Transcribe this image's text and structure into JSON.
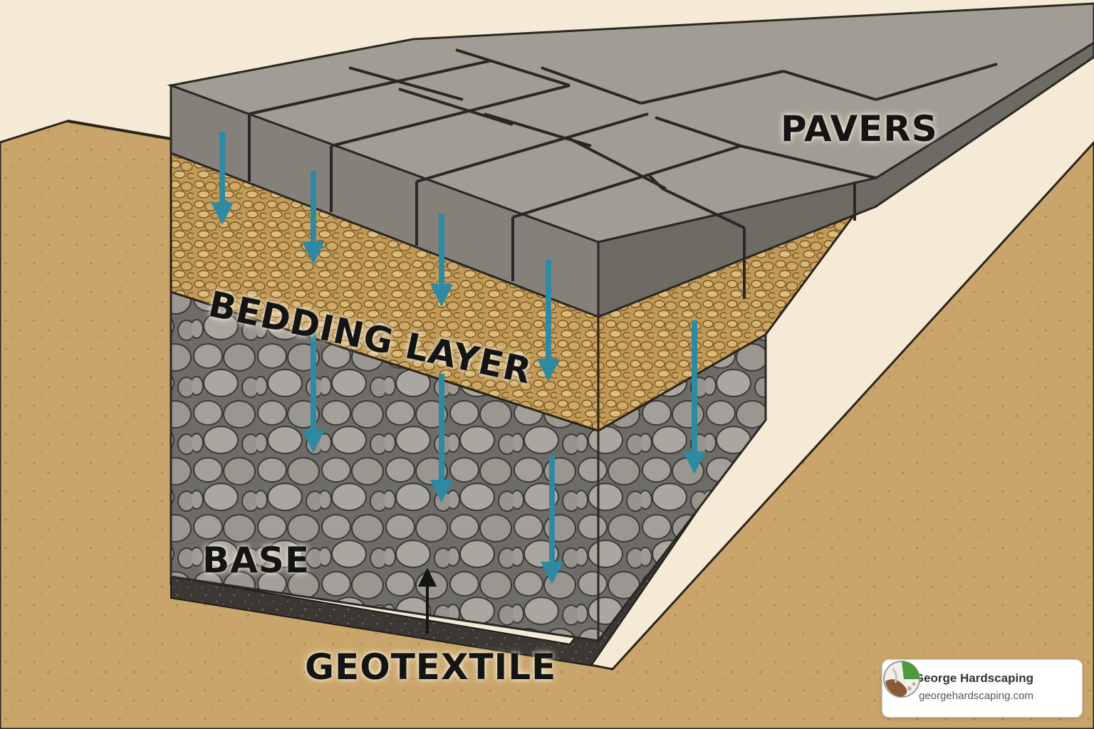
{
  "labels": {
    "pavers": "PAVERS",
    "bedding": "BEDDING LAYER",
    "base": "BASE",
    "geotextile": "GEOTEXTILE"
  },
  "brand": {
    "name": "George Hardscaping",
    "url": "georgehardscaping.com",
    "logo_icon": "circular-landscape-logo-icon"
  },
  "colors": {
    "background": "#f4ead6",
    "soil": "#c9a56b",
    "paver": "#8f8a82",
    "bedding": "#c29a55",
    "base_stone": "#8e8c86",
    "geotextile": "#3a3630",
    "arrow": "#2e8aa3"
  }
}
